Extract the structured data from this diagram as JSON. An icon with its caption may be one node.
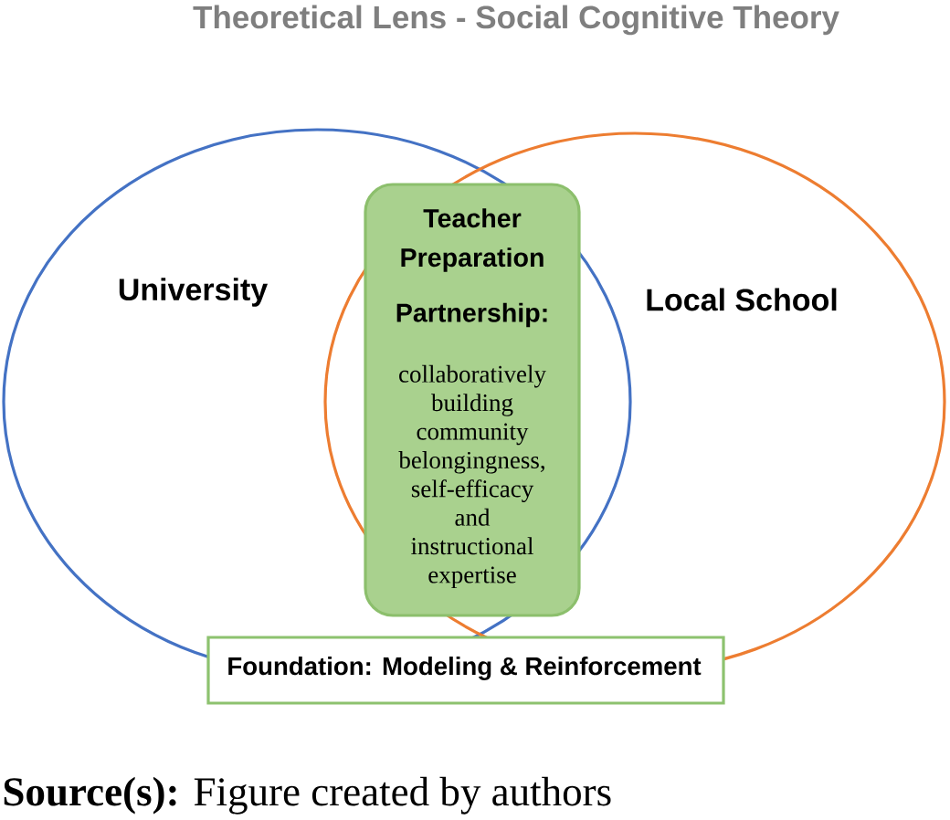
{
  "diagram": {
    "title": "Theoretical Lens - Social Cognitive Theory",
    "caption": "**Source(s):** Figure created by authors",
    "nodes": [
      {
        "text": [
          "University"
        ]
      },
      {
        "text": [
          "Local School"
        ]
      },
      {
        "text": [
          "Teacher Preparation",
          "Partnership:",
          "collaboratively building community belongingness, self-efficacy and instructional expertise"
        ]
      },
      {
        "text": [
          "Foundation: Modeling & Reinforcement"
        ]
      }
    ],
    "edges": []
  }
}
